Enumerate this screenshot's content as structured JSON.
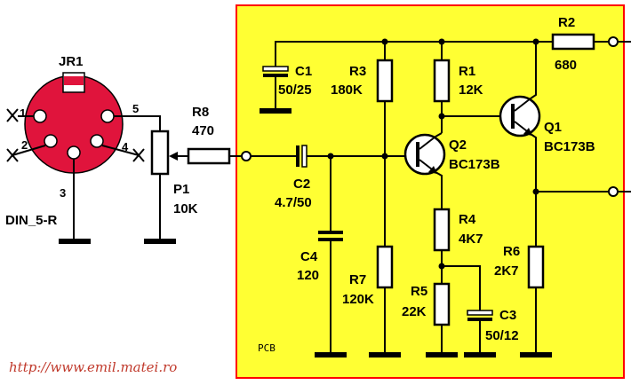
{
  "colors": {
    "pcb_fill": "#ffff33",
    "pcb_border": "#ff0000",
    "connector": "#e0143c",
    "wire": "#000000",
    "url": "#c0392b"
  },
  "connector": {
    "name": "JR1",
    "type": "DIN_5-R",
    "pins": [
      "1",
      "2",
      "3",
      "4",
      "5"
    ]
  },
  "potentiometer": {
    "name": "P1",
    "value": "10K"
  },
  "resistors": {
    "R8": {
      "name": "R8",
      "value": "470"
    },
    "R3": {
      "name": "R3",
      "value": "180K"
    },
    "R1": {
      "name": "R1",
      "value": "12K"
    },
    "R2": {
      "name": "R2",
      "value": "680"
    },
    "R4": {
      "name": "R4",
      "value": "4K7"
    },
    "R5": {
      "name": "R5",
      "value": "22K"
    },
    "R6": {
      "name": "R6",
      "value": "2K7"
    },
    "R7": {
      "name": "R7",
      "value": "120K"
    }
  },
  "capacitors": {
    "C1": {
      "name": "C1",
      "value": "50/25"
    },
    "C2": {
      "name": "C2",
      "value": "4.7/50"
    },
    "C3": {
      "name": "C3",
      "value": "50/12"
    },
    "C4": {
      "name": "C4",
      "value": "120"
    }
  },
  "transistors": {
    "Q1": {
      "name": "Q1",
      "model": "BC173B"
    },
    "Q2": {
      "name": "Q2",
      "model": "BC173B"
    }
  },
  "pcb_label": "PCB",
  "url": "http://www.emil.matei.ro"
}
